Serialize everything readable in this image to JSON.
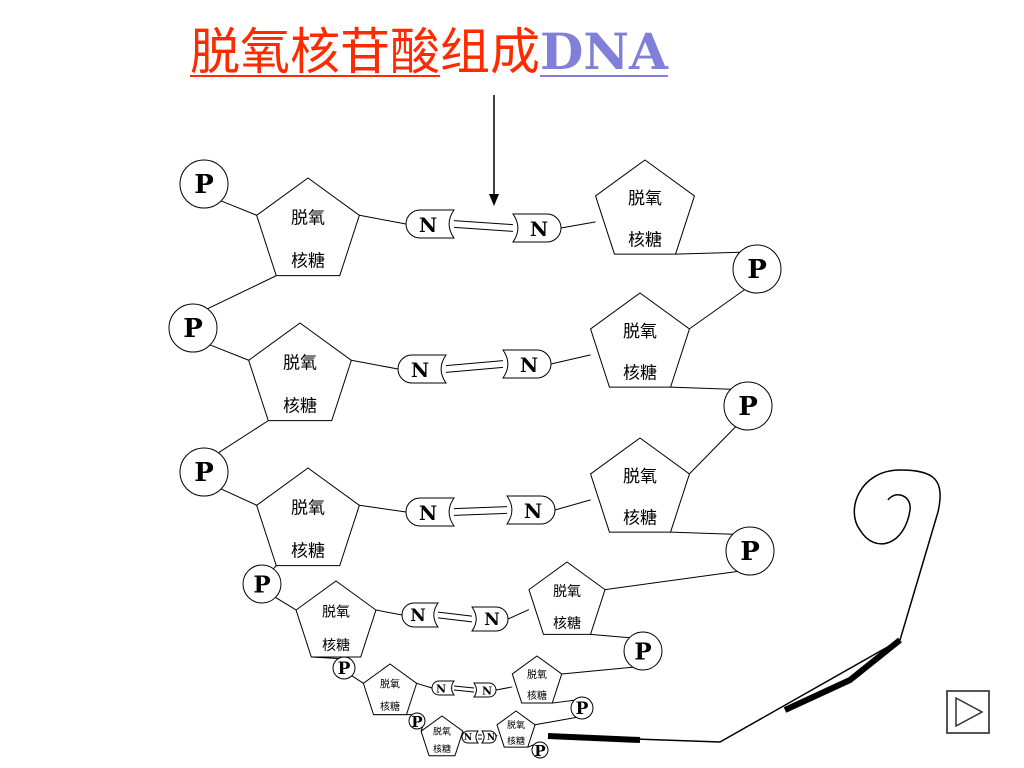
{
  "title": {
    "part1": "脱氧核苷酸",
    "part2": "组成",
    "part3": "DNA"
  },
  "labels": {
    "phosphate": "P",
    "base": "N",
    "sugar_line1": "脱氧",
    "sugar_line2": "核糖"
  },
  "colors": {
    "title": "#ff2a00",
    "dna": "#8080d8",
    "line": "#000000"
  },
  "nav": {
    "icon": "play-triangle-icon"
  }
}
